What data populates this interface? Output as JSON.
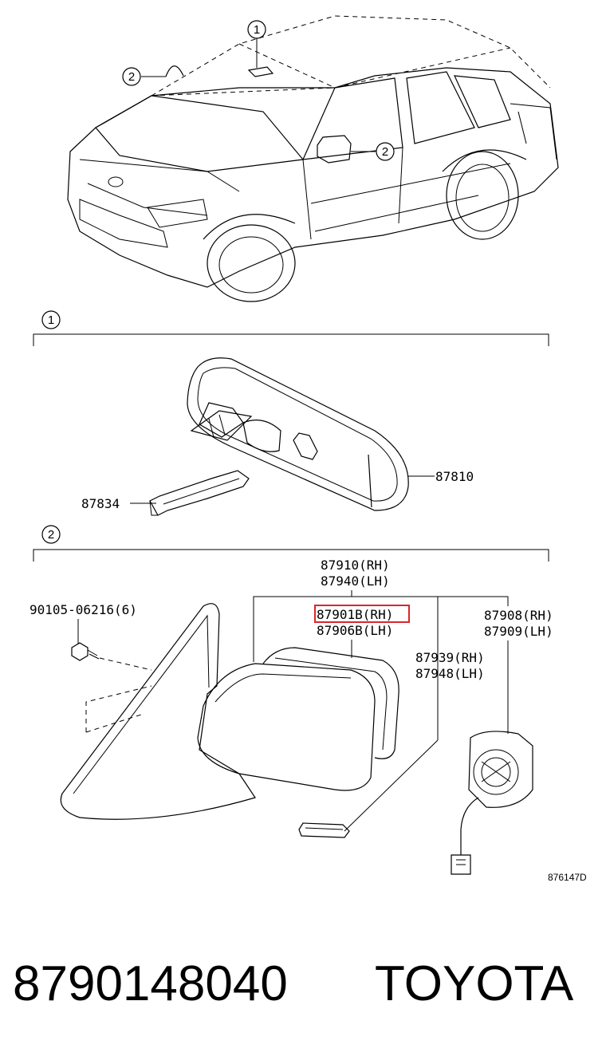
{
  "callouts": {
    "one": "1",
    "two": "2"
  },
  "parts": {
    "p87810": "87810",
    "p87834": "87834",
    "p87910": "87910(RH)",
    "p87940": "87940(LH)",
    "p87901b": "87901B(RH)",
    "p87906b": "87906B(LH)",
    "p90105": "90105-06216(6)",
    "p87908": "87908(RH)",
    "p87909": "87909(LH)",
    "p87939": "87939(RH)",
    "p87948": "87948(LH)"
  },
  "diagram_ref": "876147D",
  "footer": {
    "part_number": "8790148040",
    "brand": "TOYOTA"
  },
  "highlight_color": "#d9262b"
}
